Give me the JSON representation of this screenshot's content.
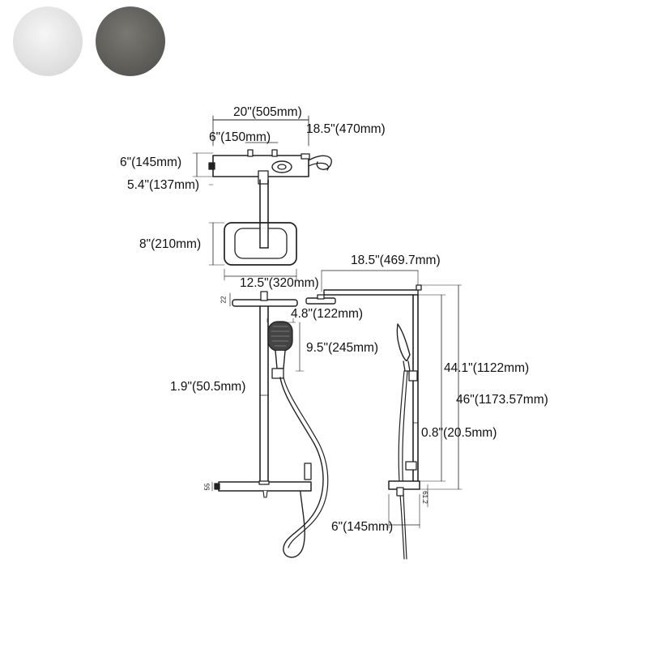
{
  "swatches": [
    {
      "name": "white",
      "color": "#e6e6e6"
    },
    {
      "name": "gunmetal",
      "color": "#676560"
    }
  ],
  "dimensions": {
    "overall_width": "20\"(505mm)",
    "shelf_width": "18.5\"(470mm)",
    "inlet_spacing": "6\"(150mm)",
    "shelf_depth": "6\"(145mm)",
    "pipe_projection": "5.4\"(137mm)",
    "overhead_depth": "8\"(210mm)",
    "overhead_width": "12.5\"(320mm)",
    "handheld_width": "4.8\"(122mm)",
    "handheld_length": "9.5\"(245mm)",
    "handheld_holder": "1.9\"(50.5mm)",
    "arm_length": "18.5\"(469.7mm)",
    "riser_height": "44.1\"(1122mm)",
    "total_height": "46\"(1173.57mm)",
    "offset": "0.8\"(20.5mm)",
    "side_shelf_depth": "6\"(145mm)",
    "head_thickness": "22",
    "shelf_thickness": "55",
    "side_small": "61.2"
  }
}
